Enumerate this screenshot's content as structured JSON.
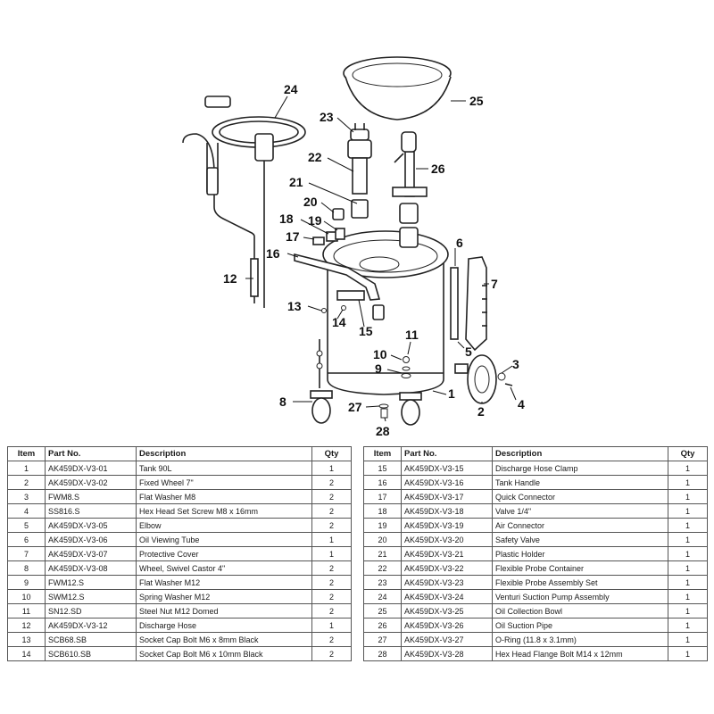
{
  "callouts": [
    "1",
    "2",
    "3",
    "4",
    "5",
    "6",
    "7",
    "8",
    "9",
    "10",
    "11",
    "12",
    "13",
    "14",
    "15",
    "16",
    "17",
    "18",
    "19",
    "20",
    "21",
    "22",
    "23",
    "24",
    "25",
    "26",
    "27",
    "28"
  ],
  "table": {
    "headers": {
      "item": "Item",
      "part_no": "Part No.",
      "description": "Description",
      "qty": "Qty"
    },
    "left_rows": [
      {
        "item": "1",
        "part_no": "AK459DX-V3-01",
        "description": "Tank 90L",
        "qty": "1"
      },
      {
        "item": "2",
        "part_no": "AK459DX-V3-02",
        "description": "Fixed Wheel 7\"",
        "qty": "2"
      },
      {
        "item": "3",
        "part_no": "FWM8.S",
        "description": "Flat Washer M8",
        "qty": "2"
      },
      {
        "item": "4",
        "part_no": "SS816.S",
        "description": "Hex Head Set Screw M8 x 16mm",
        "qty": "2"
      },
      {
        "item": "5",
        "part_no": "AK459DX-V3-05",
        "description": "Elbow",
        "qty": "2"
      },
      {
        "item": "6",
        "part_no": "AK459DX-V3-06",
        "description": "Oil Viewing Tube",
        "qty": "1"
      },
      {
        "item": "7",
        "part_no": "AK459DX-V3-07",
        "description": "Protective Cover",
        "qty": "1"
      },
      {
        "item": "8",
        "part_no": "AK459DX-V3-08",
        "description": "Wheel, Swivel Castor 4\"",
        "qty": "2"
      },
      {
        "item": "9",
        "part_no": "FWM12.S",
        "description": "Flat Washer M12",
        "qty": "2"
      },
      {
        "item": "10",
        "part_no": "SWM12.S",
        "description": "Spring Washer M12",
        "qty": "2"
      },
      {
        "item": "11",
        "part_no": "SN12.SD",
        "description": "Steel Nut M12 Domed",
        "qty": "2"
      },
      {
        "item": "12",
        "part_no": "AK459DX-V3-12",
        "description": "Discharge Hose",
        "qty": "1"
      },
      {
        "item": "13",
        "part_no": "SCB68.SB",
        "description": "Socket Cap Bolt M6 x 8mm Black",
        "qty": "2"
      },
      {
        "item": "14",
        "part_no": "SCB610.SB",
        "description": "Socket Cap Bolt M6 x 10mm Black",
        "qty": "2"
      }
    ],
    "right_rows": [
      {
        "item": "15",
        "part_no": "AK459DX-V3-15",
        "description": "Discharge Hose Clamp",
        "qty": "1"
      },
      {
        "item": "16",
        "part_no": "AK459DX-V3-16",
        "description": "Tank Handle",
        "qty": "1"
      },
      {
        "item": "17",
        "part_no": "AK459DX-V3-17",
        "description": "Quick Connector",
        "qty": "1"
      },
      {
        "item": "18",
        "part_no": "AK459DX-V3-18",
        "description": "Valve 1/4\"",
        "qty": "1"
      },
      {
        "item": "19",
        "part_no": "AK459DX-V3-19",
        "description": "Air Connector",
        "qty": "1"
      },
      {
        "item": "20",
        "part_no": "AK459DX-V3-20",
        "description": "Safety Valve",
        "qty": "1"
      },
      {
        "item": "21",
        "part_no": "AK459DX-V3-21",
        "description": "Plastic Holder",
        "qty": "1"
      },
      {
        "item": "22",
        "part_no": "AK459DX-V3-22",
        "description": "Flexible Probe Container",
        "qty": "1"
      },
      {
        "item": "23",
        "part_no": "AK459DX-V3-23",
        "description": "Flexible Probe Assembly Set",
        "qty": "1"
      },
      {
        "item": "24",
        "part_no": "AK459DX-V3-24",
        "description": "Venturi Suction Pump Assembly",
        "qty": "1"
      },
      {
        "item": "25",
        "part_no": "AK459DX-V3-25",
        "description": "Oil Collection Bowl",
        "qty": "1"
      },
      {
        "item": "26",
        "part_no": "AK459DX-V3-26",
        "description": "Oil Suction Pipe",
        "qty": "1"
      },
      {
        "item": "27",
        "part_no": "AK459DX-V3-27",
        "description": "O-Ring (11.8 x 3.1mm)",
        "qty": "1"
      },
      {
        "item": "28",
        "part_no": "AK459DX-V3-28",
        "description": "Hex Head Flange Bolt M14 x 12mm",
        "qty": "1"
      }
    ]
  }
}
